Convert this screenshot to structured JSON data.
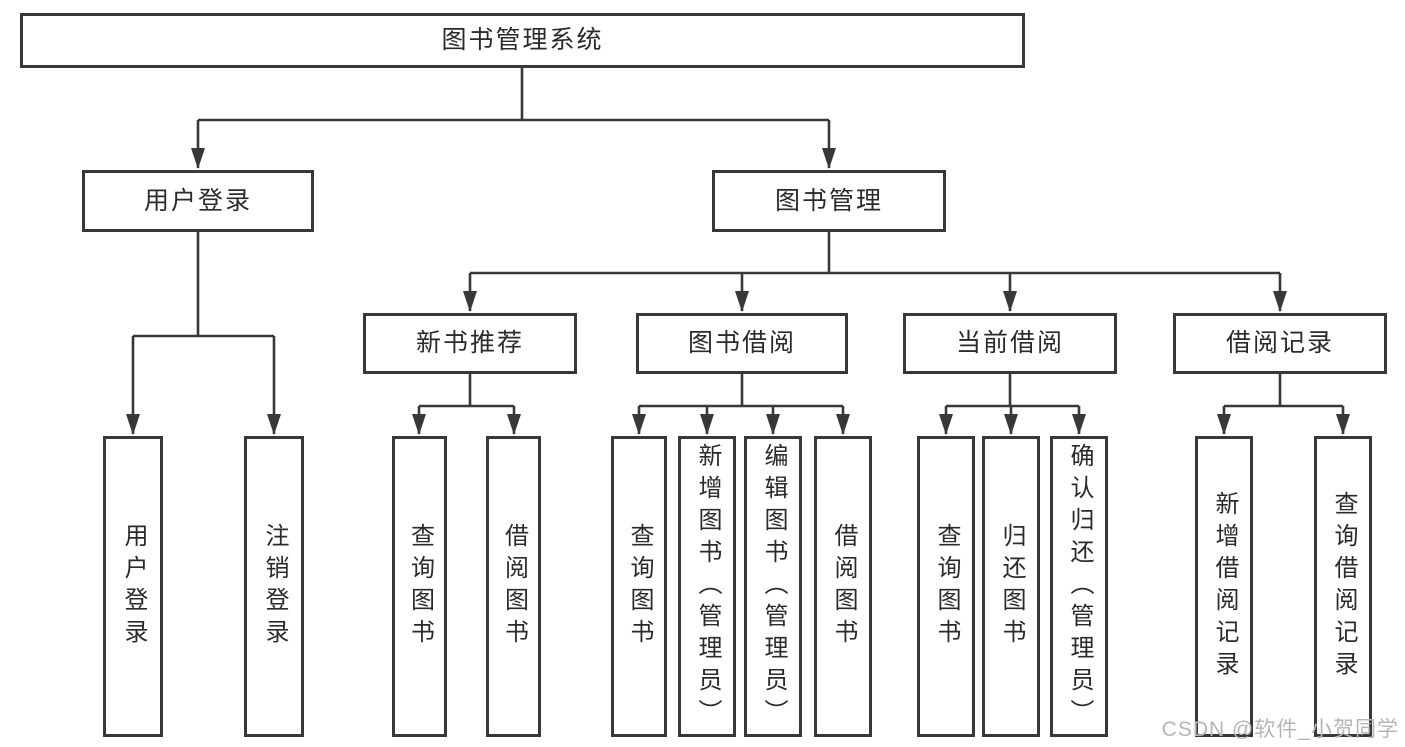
{
  "colors": {
    "line": "#383838",
    "box_border": "#383838",
    "text": "#2b2b2b",
    "watermark": "#b5b5b5",
    "background": "#ffffff"
  },
  "tree": {
    "label": "图书管理系统",
    "children": [
      {
        "label": "用户登录",
        "children": [
          {
            "label": "用户登录"
          },
          {
            "label": "注销登录"
          }
        ]
      },
      {
        "label": "图书管理",
        "children": [
          {
            "label": "新书推荐",
            "children": [
              {
                "label": "查询图书"
              },
              {
                "label": "借阅图书"
              }
            ]
          },
          {
            "label": "图书借阅",
            "children": [
              {
                "label": "查询图书"
              },
              {
                "label": "新增图书（管理员）"
              },
              {
                "label": "编辑图书（管理员）"
              },
              {
                "label": "借阅图书"
              }
            ]
          },
          {
            "label": "当前借阅",
            "children": [
              {
                "label": "查询图书"
              },
              {
                "label": "归还图书"
              },
              {
                "label": "确认归还（管理员）"
              }
            ]
          },
          {
            "label": "借阅记录",
            "children": [
              {
                "label": "新增借阅记录"
              },
              {
                "label": "查询借阅记录"
              }
            ]
          }
        ]
      }
    ]
  },
  "watermark": {
    "text": "CSDN @软件_小贺同学"
  }
}
